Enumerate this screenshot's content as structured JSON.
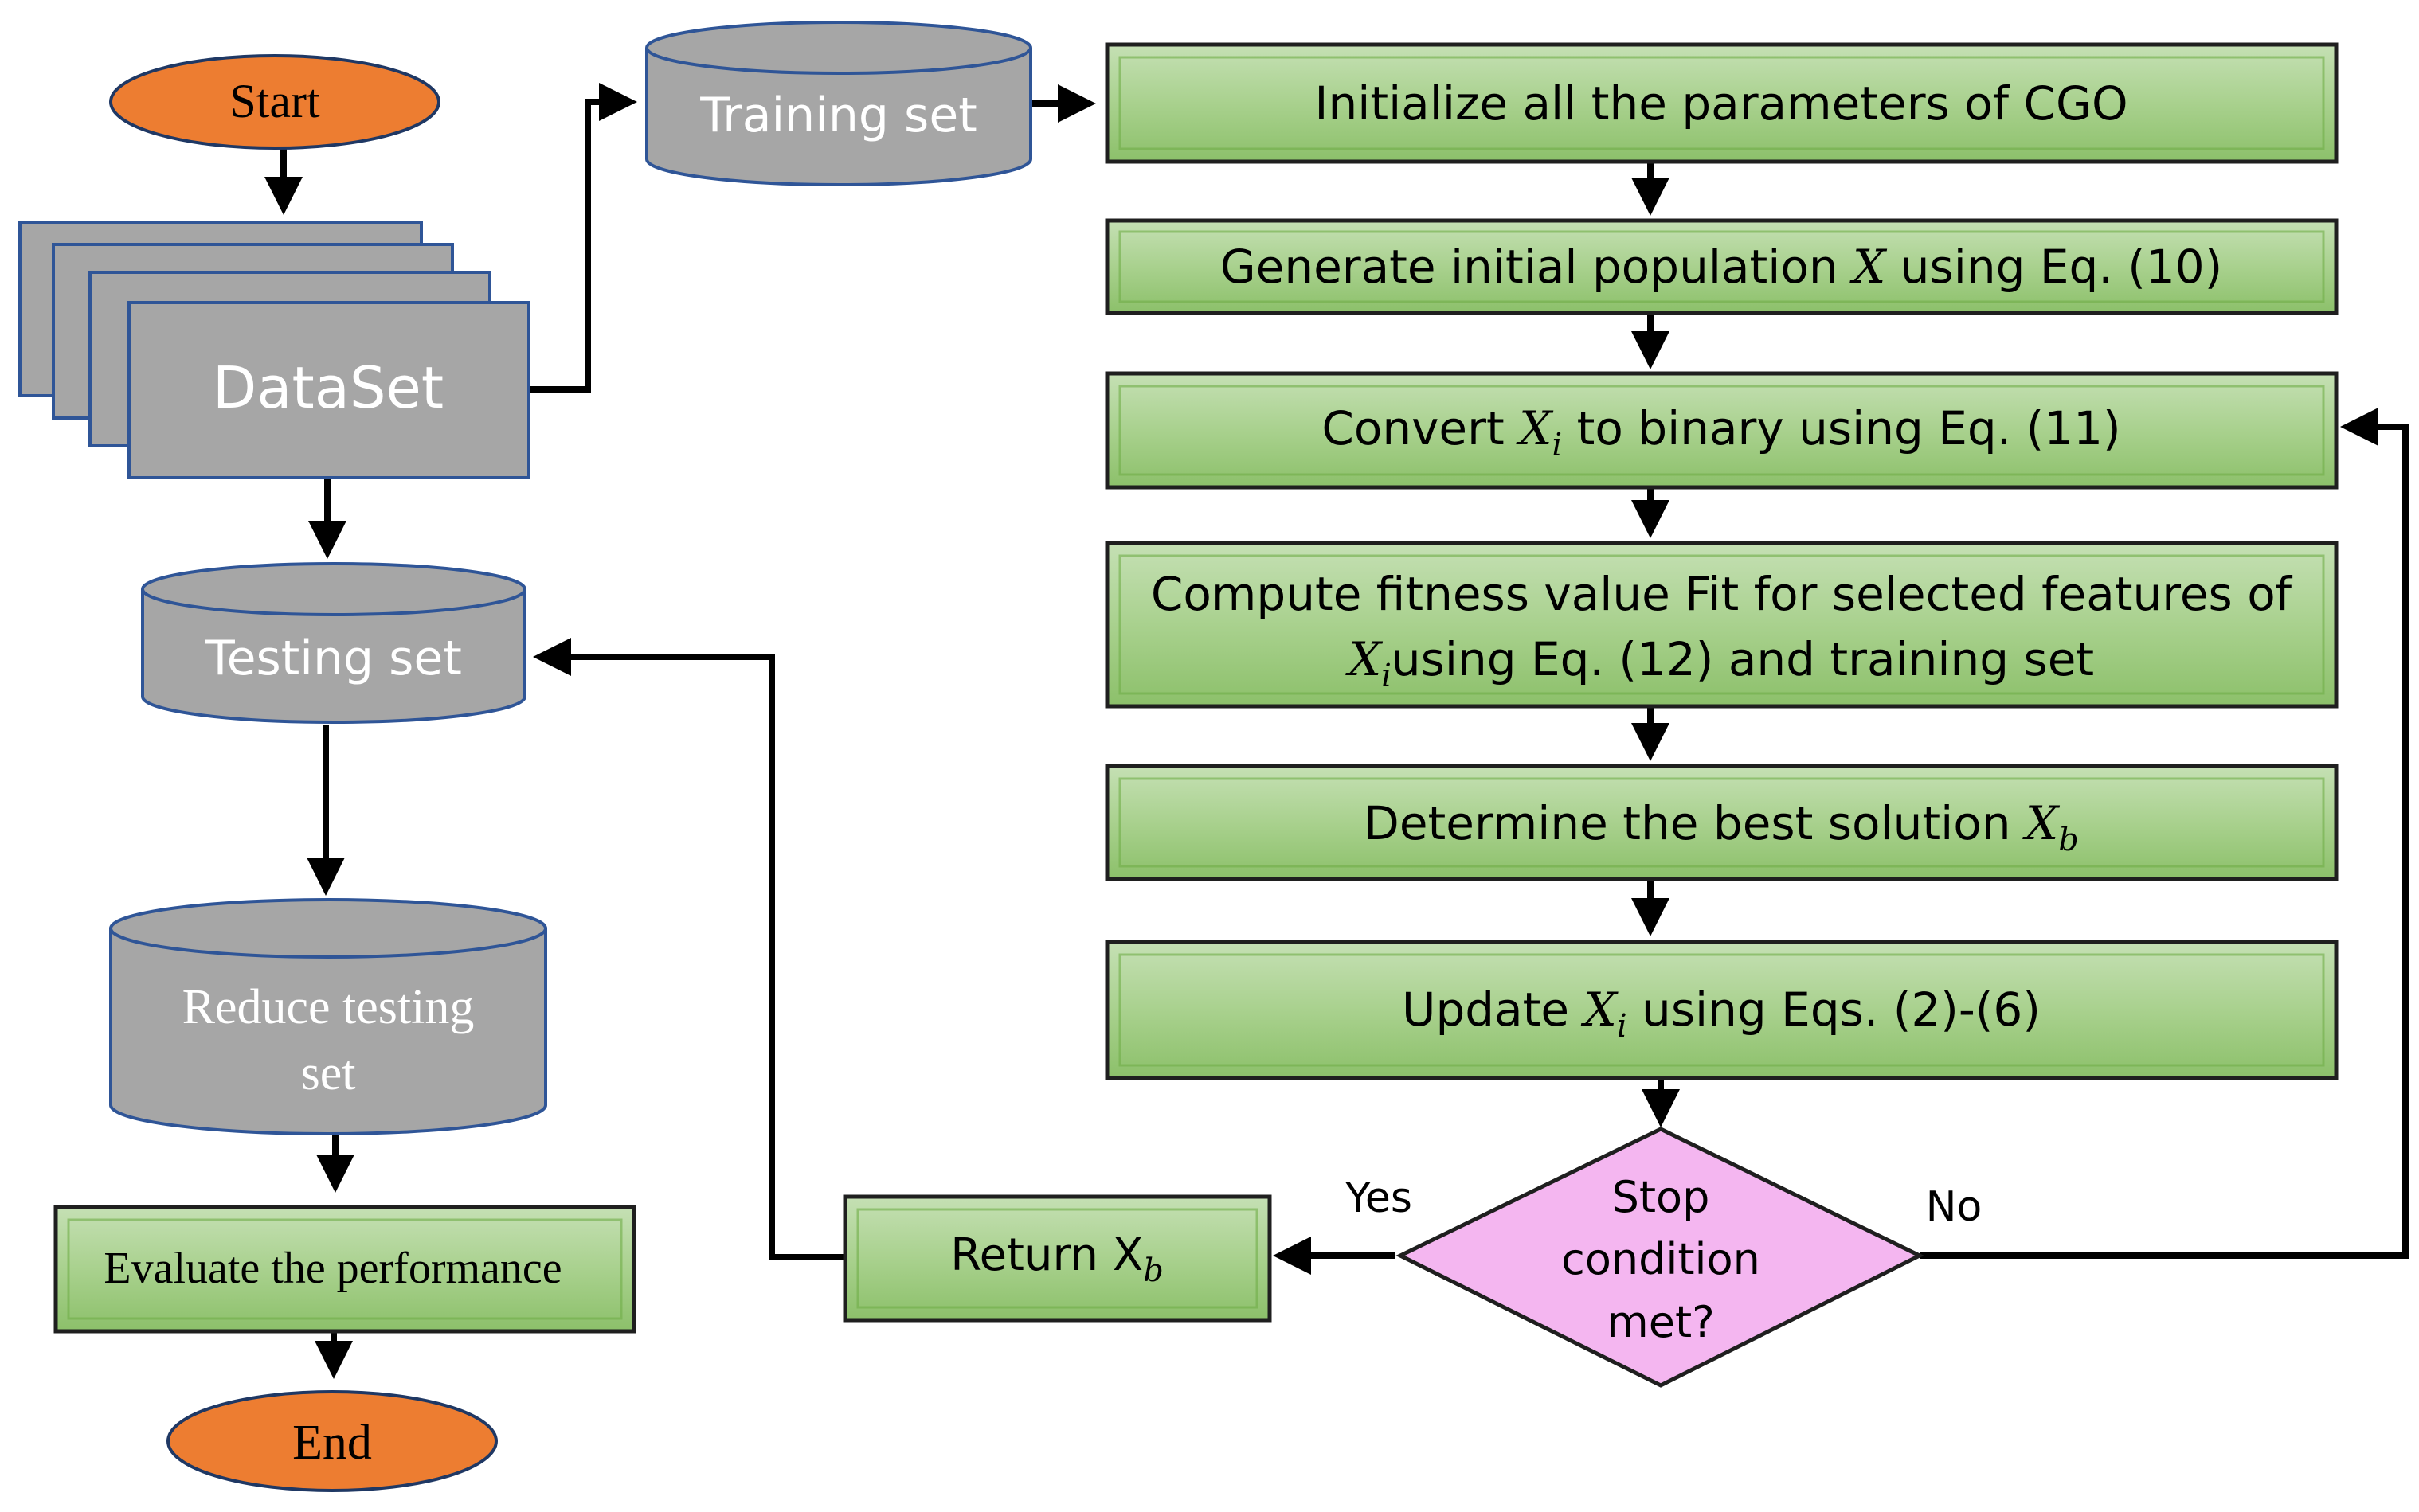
{
  "colors": {
    "oval_fill": "#ED7D31",
    "oval_stroke": "#1F3864",
    "cylinder_fill": "#A6A6A6",
    "cylinder_stroke": "#2F5597",
    "box_fill": "#A9D18E",
    "box_highlight": "#C5E0B4",
    "box_shadow": "#70AD47",
    "box_stroke": "#1F1F1F",
    "diamond_fill": "#F4B6F0",
    "diamond_stroke": "#1F1F1F",
    "arrow": "#000000",
    "text_dark": "#000000",
    "text_light": "#FFFFFF"
  },
  "nodes": {
    "start": "Start",
    "dataset": "DataSet",
    "training_set": "Training set",
    "testing_set": "Testing set",
    "reduce_line1": "Reduce testing",
    "reduce_line2": "set",
    "evaluate": "Evaluate the performance",
    "end": "End",
    "step1": "Initialize all the parameters of CGO",
    "step2_a": "Generate initial population ",
    "step2_var": "X",
    "step2_b": " using Eq. (10)",
    "step3_a": "Convert ",
    "step3_var": "X",
    "step3_sub": "i",
    "step3_b": " to binary using Eq. (11)",
    "step4_line1": "Compute fitness value Fit for selected features of",
    "step4_var": "X",
    "step4_sub": "i",
    "step4_b": "using Eq. (12) and training set",
    "step5_a": "Determine the best solution ",
    "step5_var": "X",
    "step5_sub": "b",
    "step6_a": "Update ",
    "step6_var": "X",
    "step6_sub": "i",
    "step6_b": " using Eqs. (2)-(6)",
    "decision_line1": "Stop",
    "decision_line2": "condition",
    "decision_line3": "met?",
    "return_a": "Return X",
    "return_sub": "b"
  },
  "edge_labels": {
    "yes": "Yes",
    "no": "No"
  }
}
